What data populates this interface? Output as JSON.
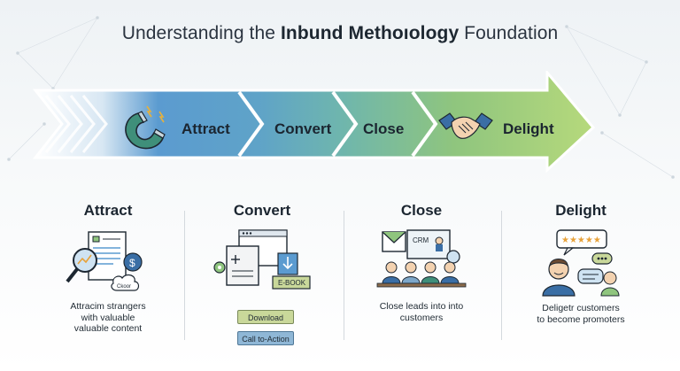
{
  "title": {
    "pre": "Understanding the ",
    "bold": "Inbund Methoıology",
    "post": " Foundation"
  },
  "banner": {
    "stages": [
      "Attract",
      "Convert",
      "Close",
      "Delight"
    ],
    "colors": {
      "blue": "#5b9bd0",
      "teal": "#6fb3b4",
      "green": "#9ccc6c"
    }
  },
  "columns": [
    {
      "heading": "Attract",
      "desc": [
        "Attracim strangers",
        "with valuable",
        "valuable content"
      ],
      "icon_text": "Ckoor"
    },
    {
      "heading": "Convert",
      "desc": [],
      "icon_text": "E-BOOK"
    },
    {
      "heading": "Close",
      "desc": [
        "Close leads into into",
        "customers"
      ],
      "icon_text": "CRM"
    },
    {
      "heading": "Delight",
      "desc": [
        "Deligetr customers",
        "to become promoters"
      ],
      "icon_text": "★★★★★"
    }
  ],
  "buttons": {
    "download": "Download",
    "cta": "Call to-Action"
  }
}
